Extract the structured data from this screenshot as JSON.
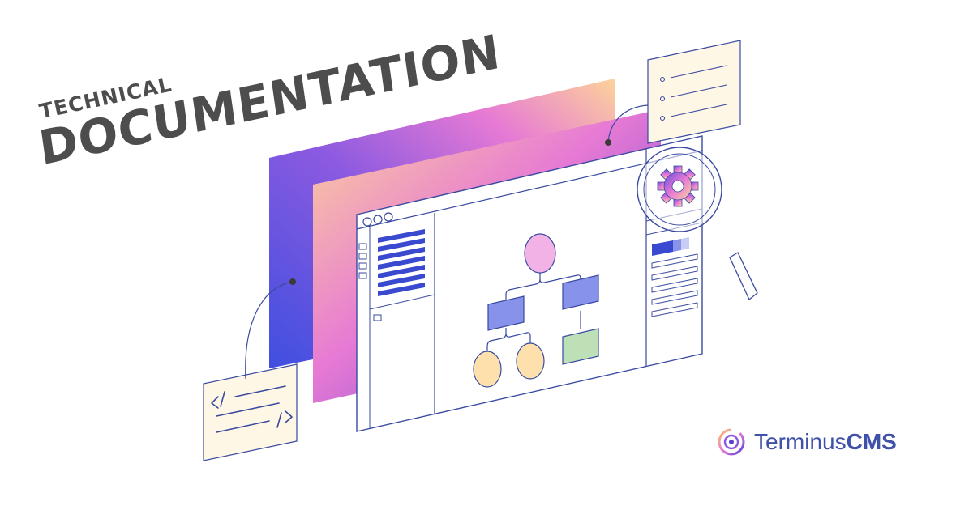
{
  "heading": {
    "line1": "TECHNICAL",
    "line2": "DOCUMENTATION"
  },
  "brand": {
    "name": "Terminus",
    "suffix": "CMS",
    "icon": "terminus-logo-icon"
  },
  "colors": {
    "ink": "#3a4aa0",
    "heading": "#4d4d4d",
    "violet": "#5b3fd8",
    "pink": "#e77ad4",
    "peach": "#fcd39a",
    "bar_blue": "#3a4ad0",
    "node_pink": "#f2b2e6",
    "node_blue": "#8793ea",
    "node_peach": "#fde0ac",
    "node_green": "#bde0b6",
    "card_bg": "#fff7e6"
  },
  "icons": [
    "code-icon",
    "gear-icon",
    "magnifier-icon",
    "list-icon",
    "window-dots-icon"
  ]
}
